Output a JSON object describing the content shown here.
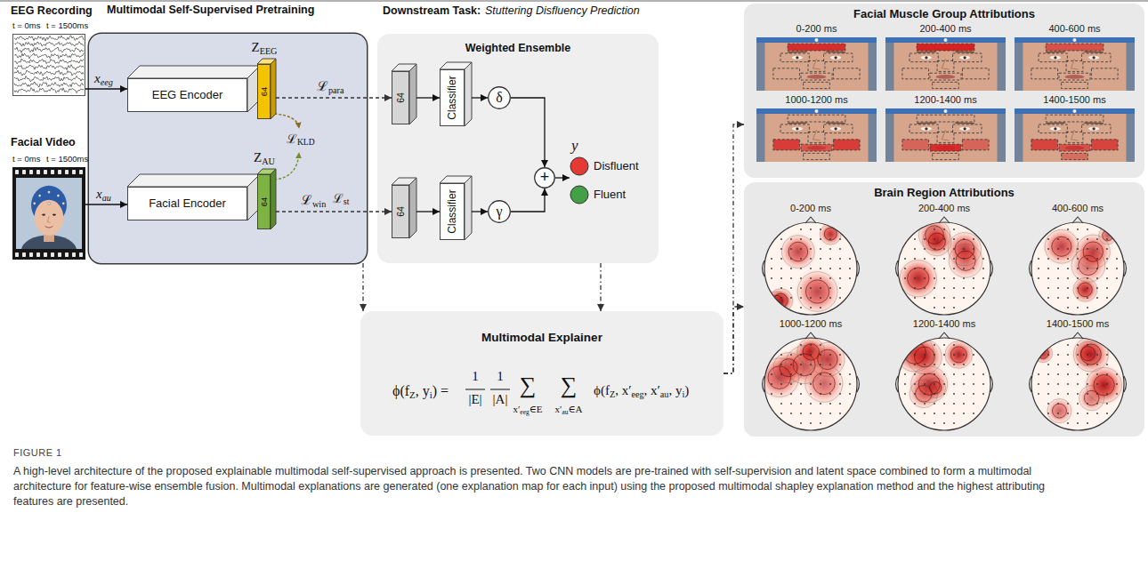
{
  "diagram": {
    "caption": "A high-level architecture of the proposed explainable multimodal self-supervised approach is presented. Two CNN models are pre-trained with self-supervision and latent space combined to form a multimodal architecture for feature-wise ensemble fusion. Multimodal explanations are generated (one explanation map for each input) using the proposed multimodal shapley explanation method and the highest attributing features are presented.",
    "nodes": [
      {
        "text": [
          "EEG Recording"
        ]
      },
      {
        "text": [
          "Facial Video"
        ]
      },
      {
        "text": [
          "Multimodal Self-Supervised Pretraining"
        ]
      },
      {
        "text": [
          "EEG Encoder"
        ],
        "in": 2
      },
      {
        "text": [
          "ZEEG",
          "64"
        ],
        "in": 2
      },
      {
        "text": [
          "Facial Encoder"
        ],
        "in": 2
      },
      {
        "text": [
          "ZAU",
          "64"
        ],
        "in": 2
      },
      {
        "text": [
          "Downstream Task:",
          "Stuttering Disfluency Prediction",
          "Weighted Ensemble"
        ]
      },
      {
        "text": [
          "64"
        ],
        "in": 7
      },
      {
        "text": [
          "Classifier"
        ],
        "in": 7
      },
      {
        "text": [
          "δ"
        ],
        "in": 7
      },
      {
        "text": [
          "64"
        ],
        "in": 7
      },
      {
        "text": [
          "Classifier"
        ],
        "in": 7
      },
      {
        "text": [
          "γ"
        ],
        "in": 7
      },
      {
        "text": [
          "+"
        ],
        "in": 7
      },
      {
        "text": [
          "y"
        ],
        "in": 7
      },
      {
        "text": [
          "Disfluent"
        ],
        "in": 15
      },
      {
        "text": [
          "Fluent"
        ],
        "in": 15
      },
      {
        "text": [
          "Multimodal Explainer",
          "ϕ(fZ, yi) =",
          "1",
          "|E|",
          "1",
          "|A|",
          "∑",
          "x′eeg∈E",
          "∑",
          "x′au∈A",
          "ϕ(fZ, x′eeg, x′au, yi)"
        ]
      },
      {
        "text": [
          "Facial Muscle Group Attributions"
        ]
      },
      {
        "text": [
          "0-200 ms"
        ],
        "in": 19
      },
      {
        "text": [
          "200-400 ms"
        ],
        "in": 19
      },
      {
        "text": [
          "400-600 ms"
        ],
        "in": 19
      },
      {
        "text": [
          "1000-1200 ms"
        ],
        "in": 19
      },
      {
        "text": [
          "1200-1400 ms"
        ],
        "in": 19
      },
      {
        "text": [
          "1400-1500 ms"
        ],
        "in": 19
      },
      {
        "text": [
          "Brain Region Attributions"
        ]
      },
      {
        "text": [
          "0-200 ms"
        ],
        "in": 26
      },
      {
        "text": [
          "200-400 ms"
        ],
        "in": 26
      },
      {
        "text": [
          "400-600 ms"
        ],
        "in": 26
      },
      {
        "text": [
          "1000-1200 ms"
        ],
        "in": 26
      },
      {
        "text": [
          "1200-1400 ms"
        ],
        "in": 26
      },
      {
        "text": [
          "1400-1500 ms"
        ],
        "in": 26
      }
    ],
    "edges": [
      {
        "from": 0,
        "to": 3,
        "label": "xeeg",
        "arrow": "to"
      },
      {
        "from": 1,
        "to": 5,
        "label": "xau",
        "arrow": "to"
      },
      {
        "from": 4,
        "to": 8,
        "label": "ℒpara",
        "arrow": "to"
      },
      {
        "from": 6,
        "to": 11,
        "label": "ℒwin",
        "arrow": "to"
      },
      {
        "from": 8,
        "to": 9,
        "arrow": "to"
      },
      {
        "from": 9,
        "to": 10,
        "arrow": "to"
      },
      {
        "from": 11,
        "to": 12,
        "arrow": "to"
      },
      {
        "from": 12,
        "to": 13,
        "arrow": "to"
      },
      {
        "from": 10,
        "to": 14,
        "arrow": "to"
      },
      {
        "from": 13,
        "to": 14,
        "arrow": "to"
      },
      {
        "from": 14,
        "to": 15,
        "arrow": "to"
      },
      {
        "from": 2,
        "to": 18,
        "arrow": "to"
      },
      {
        "from": 7,
        "to": 18,
        "arrow": "to"
      },
      {
        "from": 18,
        "to": 19,
        "arrow": "to"
      },
      {
        "from": 18,
        "to": 26,
        "arrow": "to"
      }
    ],
    "labels": [
      "t = 0ms",
      "t = 1500ms",
      "t = 0ms",
      "t = 1500ms",
      "ℒKLD",
      "ℒst",
      "FIGURE 1"
    ]
  }
}
